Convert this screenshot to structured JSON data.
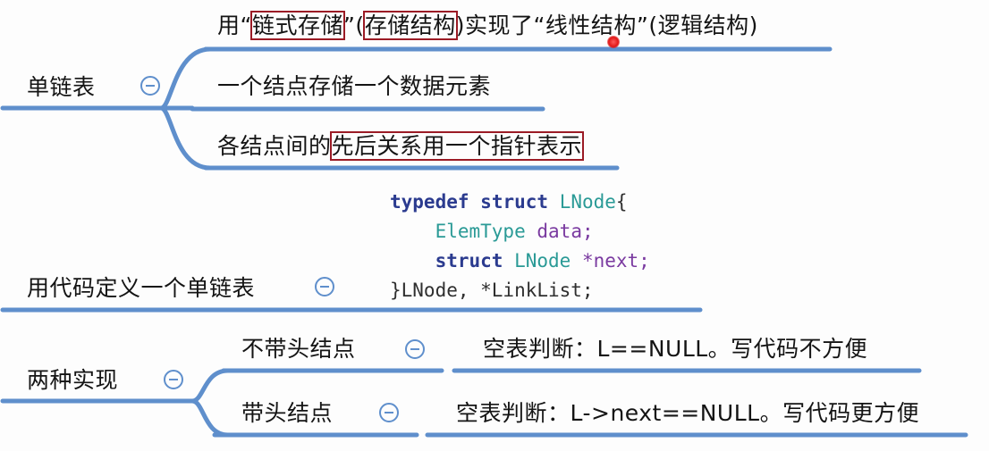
{
  "nodes": {
    "single_list": {
      "label": "单链表",
      "children": [
        {
          "pre": "用“",
          "hl1": "链式存储",
          "mid1": "”(",
          "hl2": "存储结构",
          "mid2": ")实现了“线性结构”(逻辑结构)"
        },
        {
          "text": "一个结点存储一个数据元素"
        },
        {
          "pre": "各结点间的",
          "hl": "先后关系用一个指针表示"
        }
      ]
    },
    "define": {
      "label": "用代码定义一个单链表",
      "code": {
        "l1_kw1": "typedef",
        "l1_kw2": "struct",
        "l1_ty": "LNode",
        "l1_end": "{",
        "l2_ty": "ElemType",
        "l2_va": "data;",
        "l3_kw": "struct",
        "l3_ty": "LNode",
        "l3_va": "*next;",
        "l4": "}LNode, *LinkList;"
      }
    },
    "impl": {
      "label": "两种实现",
      "children": [
        {
          "label": "不带头结点",
          "detail": "空表判断：L==NULL。写代码不方便"
        },
        {
          "label": "带头结点",
          "detail": "空表判断：L->next==NULL。写代码更方便"
        }
      ]
    }
  },
  "colors": {
    "line": "#5f8fcc",
    "highlight_box": "#9b1b25",
    "keyword": "#2b3b8f",
    "type": "#2a9a96",
    "variable": "#7a3aa0"
  }
}
